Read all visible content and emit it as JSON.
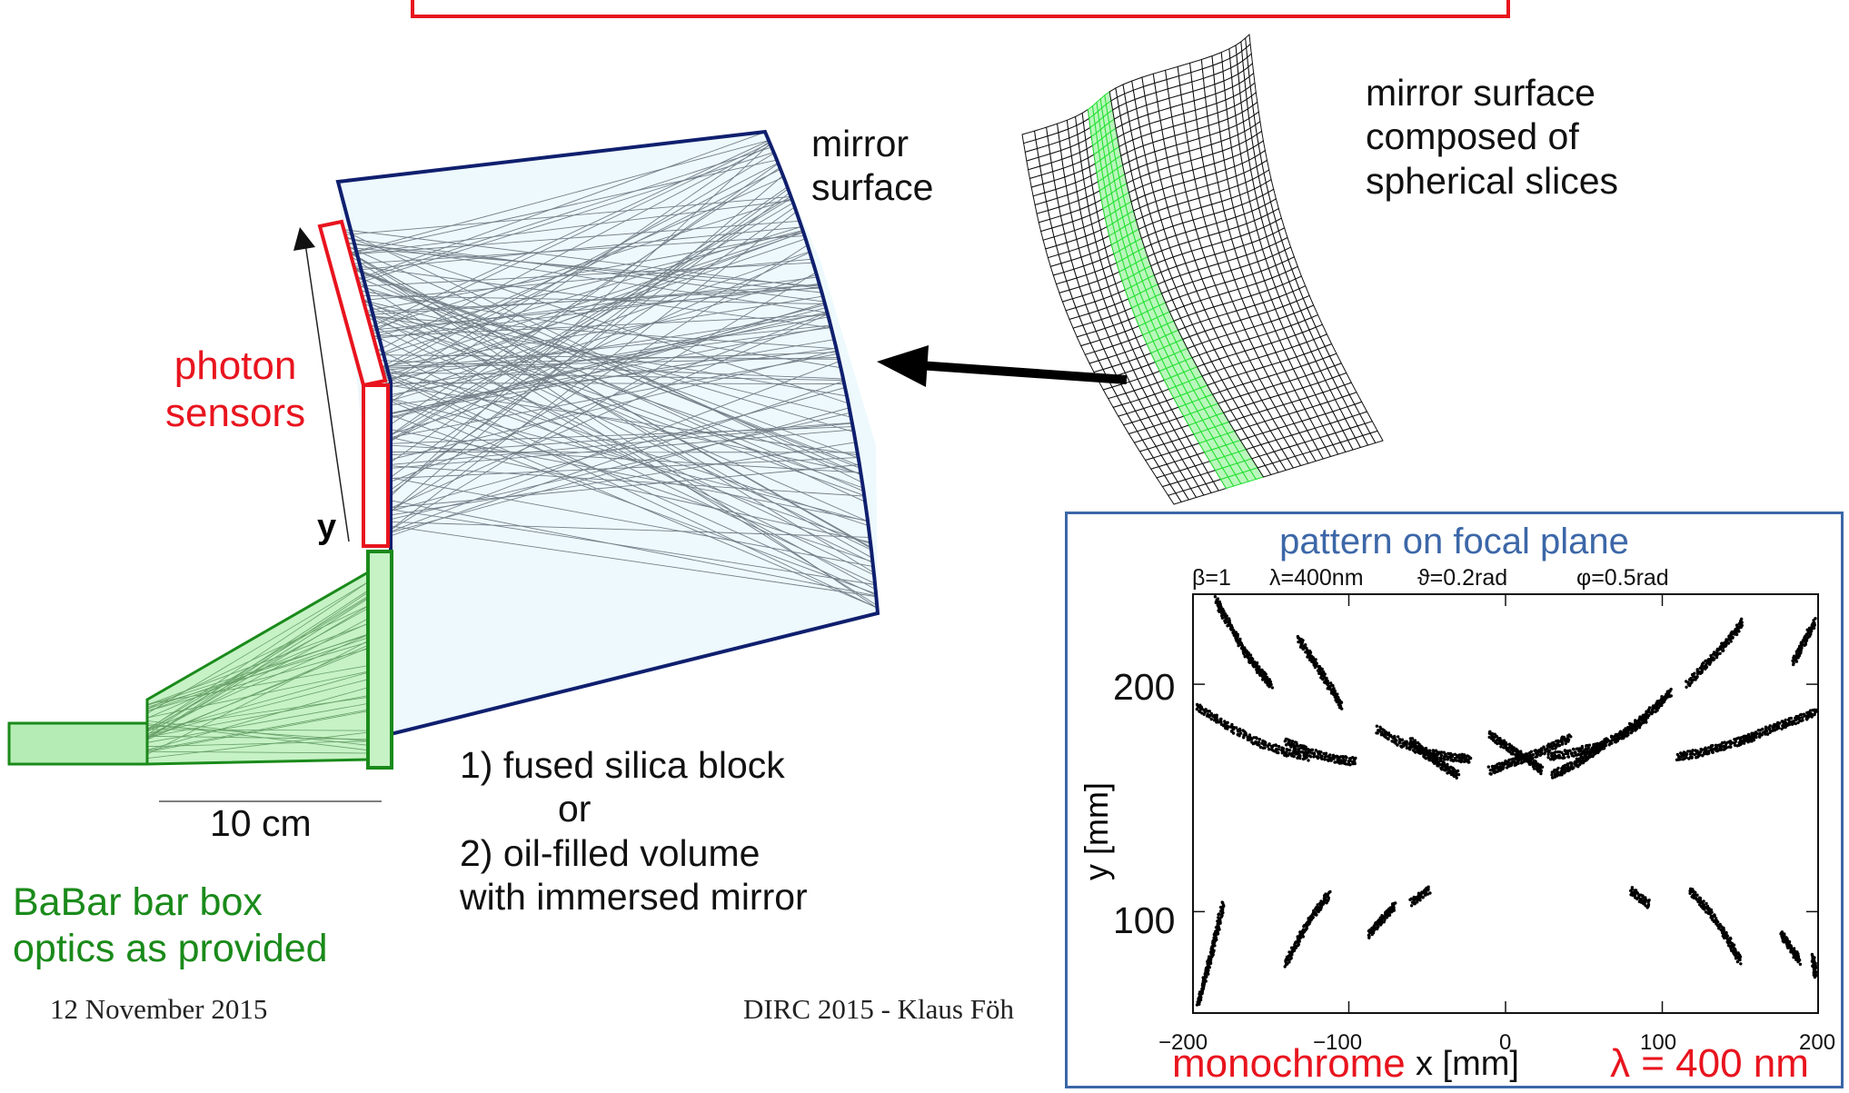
{
  "labels": {
    "mirror_surface": [
      "mirror",
      "surface"
    ],
    "mirror_composed": [
      "mirror surface",
      "composed of",
      "spherical slices"
    ],
    "photon_sensors": [
      "photon",
      "sensors"
    ],
    "y_axis": "y",
    "scale": "10 cm",
    "block": [
      "1) fused silica block",
      "or",
      "2) oil-filled volume",
      "with immersed mirror"
    ],
    "babar": [
      "BaBar bar box",
      "optics as provided"
    ]
  },
  "footer": {
    "date": "12 November 2015",
    "center": "DIRC 2015 - Klaus Föh"
  },
  "colors": {
    "sensor_red": "#e8141e",
    "optics_green": "#1a8a1a",
    "panel_blue": "#3c67a8",
    "block_navy": "#0f1f6e",
    "mesh_green": "#22e030"
  },
  "focal_panel": {
    "title": "pattern on focal plane",
    "params": [
      "β=1",
      "λ=400nm",
      "ϑ=0.2rad",
      "φ=0.5rad"
    ],
    "ylabel": "y  [mm]",
    "xlabel": "x  [mm]",
    "yticks": [
      "200",
      "100"
    ],
    "xticks": [
      "−200",
      "−100",
      "0",
      "100",
      "200"
    ],
    "note_left": "monochrome",
    "note_right": "λ = 400 nm",
    "chart_data": {
      "type": "scatter",
      "title": "pattern on focal plane",
      "xlabel": "x  [mm]",
      "ylabel": "y  [mm]",
      "xlim": [
        -200,
        200
      ],
      "ylim": [
        55,
        240
      ],
      "x_ticks": [
        -200,
        -100,
        0,
        100,
        200
      ],
      "y_ticks": [
        100,
        200
      ],
      "series": [
        {
          "points": [
            [
              -185,
              237
            ],
            [
              -176,
              226
            ],
            [
              -166,
              214
            ],
            [
              -157,
              206
            ],
            [
              -149,
              199
            ]
          ]
        },
        {
          "points": [
            [
              -132,
              220
            ],
            [
              -122,
              210
            ],
            [
              -112,
              199
            ],
            [
              -104,
              190
            ]
          ]
        },
        {
          "points": [
            [
              -197,
              190
            ],
            [
              -178,
              182
            ],
            [
              -160,
              175
            ],
            [
              -140,
              170
            ],
            [
              -125,
              168
            ]
          ]
        },
        {
          "points": [
            [
              -140,
              175
            ],
            [
              -125,
              170
            ],
            [
              -108,
              167
            ],
            [
              -95,
              166
            ]
          ]
        },
        {
          "points": [
            [
              -60,
              175
            ],
            [
              -50,
              169
            ],
            [
              -40,
              164
            ],
            [
              -30,
              160
            ]
          ]
        },
        {
          "points": [
            [
              -82,
              180
            ],
            [
              -66,
              174
            ],
            [
              -50,
              170
            ],
            [
              -35,
              168
            ],
            [
              -22,
              167
            ]
          ]
        },
        {
          "points": [
            [
              -10,
              178
            ],
            [
              2,
              172
            ],
            [
              14,
              167
            ],
            [
              24,
              162
            ]
          ]
        },
        {
          "points": [
            [
              -10,
              162
            ],
            [
              2,
              165
            ],
            [
              14,
              168
            ],
            [
              28,
              172
            ],
            [
              42,
              177
            ]
          ]
        },
        {
          "points": [
            [
              30,
              160
            ],
            [
              42,
              164
            ],
            [
              54,
              169
            ],
            [
              64,
              174
            ]
          ]
        },
        {
          "points": [
            [
              28,
              168
            ],
            [
              44,
              170
            ],
            [
              60,
              173
            ],
            [
              76,
              178
            ],
            [
              90,
              185
            ]
          ]
        },
        {
          "points": [
            [
              70,
              176
            ],
            [
              84,
              183
            ],
            [
              96,
              190
            ],
            [
              106,
              197
            ]
          ]
        },
        {
          "points": [
            [
              110,
              168
            ],
            [
              125,
              170
            ],
            [
              140,
              173
            ],
            [
              160,
              177
            ]
          ]
        },
        {
          "points": [
            [
              116,
              200
            ],
            [
              130,
              210
            ],
            [
              142,
              219
            ],
            [
              152,
              228
            ]
          ]
        },
        {
          "points": [
            [
              150,
              175
            ],
            [
              168,
              180
            ],
            [
              184,
              184
            ],
            [
              199,
              188
            ]
          ]
        },
        {
          "points": [
            [
              184,
              210
            ],
            [
              190,
              218
            ],
            [
              198,
              228
            ]
          ]
        },
        {
          "points": [
            [
              -196,
              60
            ],
            [
              -192,
              70
            ],
            [
              -188,
              80
            ],
            [
              -184,
              92
            ],
            [
              -180,
              104
            ]
          ]
        },
        {
          "points": [
            [
              -140,
              77
            ],
            [
              -132,
              88
            ],
            [
              -122,
              99
            ],
            [
              -112,
              108
            ]
          ]
        },
        {
          "points": [
            [
              -87,
              90
            ],
            [
              -78,
              97
            ],
            [
              -70,
              103
            ]
          ]
        },
        {
          "points": [
            [
              -60,
              104
            ],
            [
              -48,
              110
            ]
          ]
        },
        {
          "points": [
            [
              80,
              109
            ],
            [
              92,
              103
            ]
          ]
        },
        {
          "points": [
            [
              118,
              109
            ],
            [
              130,
              100
            ],
            [
              142,
              88
            ],
            [
              150,
              78
            ]
          ]
        },
        {
          "points": [
            [
              176,
              90
            ],
            [
              182,
              84
            ],
            [
              188,
              78
            ]
          ]
        },
        {
          "points": [
            [
              196,
              80
            ],
            [
              198,
              72
            ]
          ]
        }
      ]
    }
  }
}
